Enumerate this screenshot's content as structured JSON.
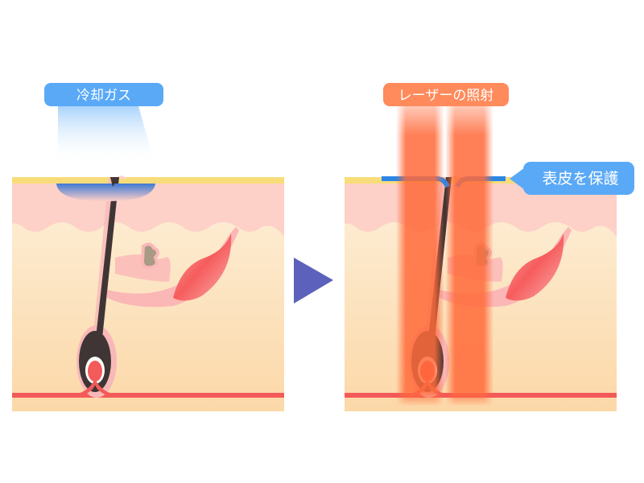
{
  "labels": {
    "cooling_gas": "冷却ガス",
    "laser_irradiation": "レーザーの照射",
    "protect_epidermis": "表皮を保護"
  },
  "colors": {
    "cooling_label": "#5aa9f7",
    "laser_label": "#ff8a5b",
    "laser_beam": "#ff6a3a",
    "protect_line": "#2b86e6",
    "arrow": "#5c62bb",
    "stratum": "#f8dc7a",
    "epidermis": "#fdd0c8",
    "dermis_top": "#fdf0da",
    "dermis_bottom": "#fcd8a8",
    "vessel": "#f35a5a",
    "hair": "#3f3535"
  }
}
